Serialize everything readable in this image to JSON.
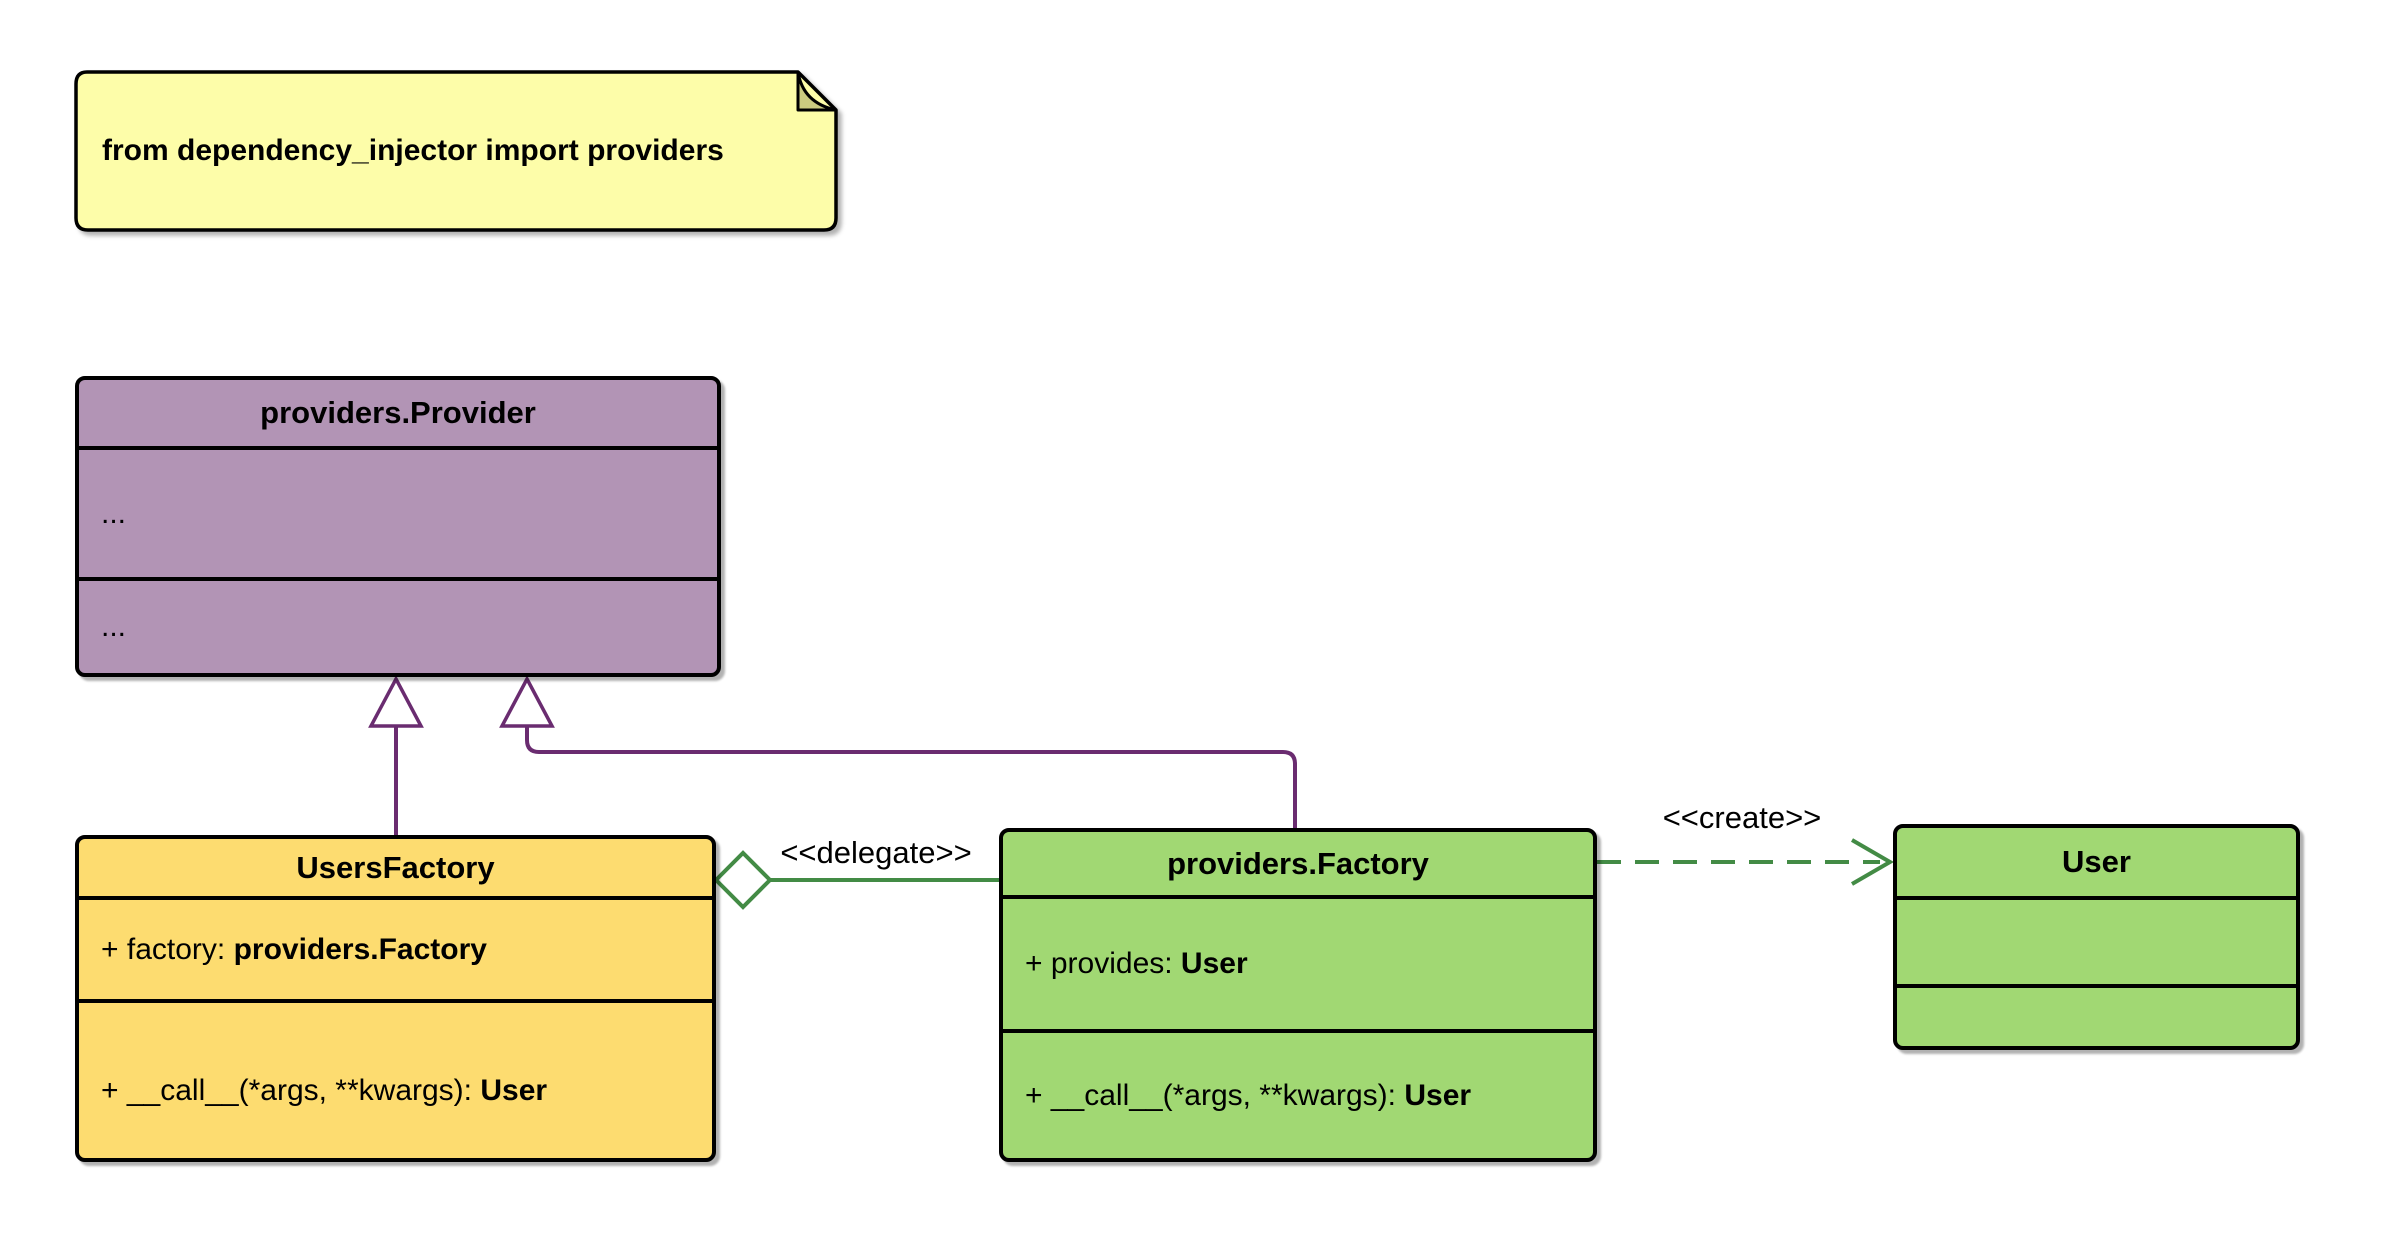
{
  "diagram": {
    "note": {
      "text": "from dependency_injector import providers"
    },
    "labels": {
      "delegate": "<<delegate>>",
      "create": "<<create>>"
    },
    "classes": {
      "provider": {
        "title": "providers.Provider",
        "attr": {
          "text": "...",
          "bold": ""
        },
        "method": {
          "text": "...",
          "bold": ""
        }
      },
      "users_factory": {
        "title": "UsersFactory",
        "attr": {
          "text": "+ factory: ",
          "bold": "providers.Factory"
        },
        "method": {
          "text": "+ __call__(*args, **kwargs): ",
          "bold": "User"
        }
      },
      "factory": {
        "title": "providers.Factory",
        "attr": {
          "text": "+ provides: ",
          "bold": "User"
        },
        "method": {
          "text": "+ __call__(*args, **kwargs): ",
          "bold": "User"
        }
      },
      "user": {
        "title": "User"
      }
    },
    "colors": {
      "bg": "#FFFFFF",
      "text": "#000000",
      "note-fill": "#FDFDA9",
      "note-fold": "#CBCB80",
      "purple-fill": "#B294B5",
      "orange-fill": "#FDDC70",
      "green-fill": "#A1D873",
      "purple-line": "#6A2C70",
      "green-line": "#438B45"
    }
  }
}
